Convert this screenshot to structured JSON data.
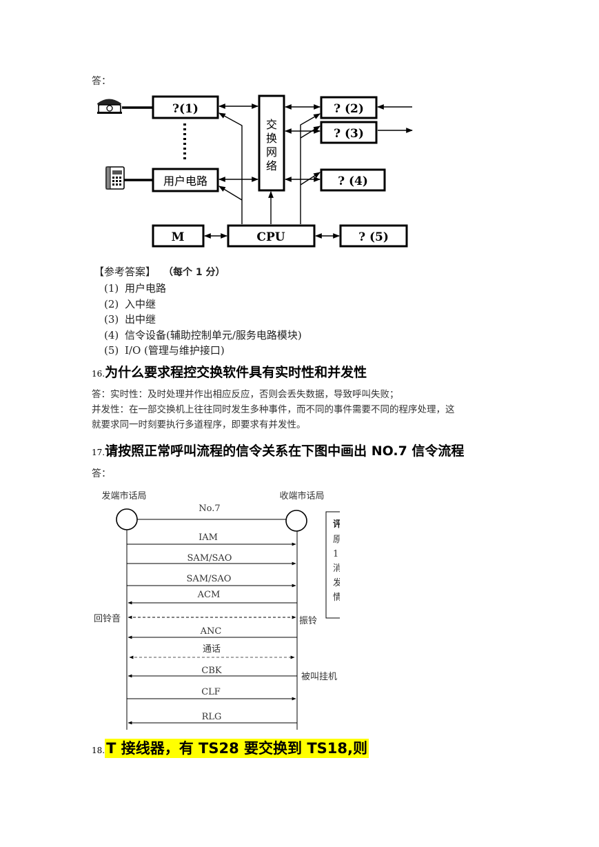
{
  "answer_label": "答：",
  "block_diagram": {
    "box_1": "?(1)",
    "box_user_circuit": "用户电路",
    "box_network": [
      "交",
      "换",
      "网",
      "络"
    ],
    "box_2": "? (2)",
    "box_3": "? (3)",
    "box_4": "? (4)",
    "box_m": "M",
    "box_cpu": "CPU",
    "box_5": "? (5)"
  },
  "reference": {
    "heading": "【参考答案】",
    "points": "（每个 1 分）",
    "items": [
      {
        "num": "(1)",
        "text": "用户电路"
      },
      {
        "num": "(2)",
        "text": "入中继"
      },
      {
        "num": "(3)",
        "text": "出中继"
      },
      {
        "num": "(4)",
        "text": "信令设备(辅助控制单元/服务电路模块)"
      },
      {
        "num": "(5)",
        "text": "I/O (管理与维护接口)"
      }
    ]
  },
  "q16": {
    "num": "16.",
    "title": "为什么要求程控交换软件具有实时性和并发性",
    "lines": [
      "答：实时性：及时处理并作出相应反应，否则会丢失数据，导致呼叫失败；",
      "并发性：在一部交换机上往往同时发生多种事件，而不同的事件需要不同的程序处理，这",
      "就要求同一时刻要执行多道程序，即要求有并发性。"
    ]
  },
  "q17": {
    "num": "17.",
    "title": "请按照正常呼叫流程的信令关系在下图中画出  NO.7  信令流程",
    "answer_label": "答："
  },
  "signal_diagram": {
    "origin_office": "发端市话局",
    "dest_office": "收端市话局",
    "link_label": "No.7",
    "messages": [
      "IAM",
      "SAM/SAO",
      "SAM/SAO",
      "ACM",
      "ANC",
      "通话",
      "CBK",
      "CLF",
      "RLG"
    ],
    "ringback": "回铃音",
    "ringing": "振铃",
    "callee_hangup": "被叫挂机",
    "side_note_chars": [
      "评",
      "原",
      "1",
      "消",
      "发",
      "情"
    ]
  },
  "q18": {
    "num": "18.",
    "title": "T 接线器，有 TS28 要交换到 TS18,则"
  }
}
